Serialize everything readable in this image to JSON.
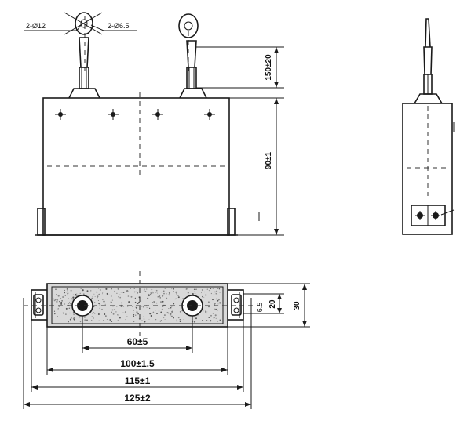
{
  "front_view": {
    "terminal_hole_large": "2-Ø12",
    "terminal_hole_small": "2-Ø6.5",
    "lead_length": "150±20",
    "body_height": "90±1"
  },
  "bottom_view": {
    "dim_hole_spacing": "60±5",
    "dim_inner_width": "100±1.5",
    "dim_mount_width": "115±1",
    "dim_overall_width": "125±2",
    "dim_width_inner": "20",
    "dim_width_outer": "30",
    "slot_label": "6.5"
  },
  "colors": {
    "line": "#1a1a1a",
    "speckle_fill": "#d9d9d9"
  }
}
